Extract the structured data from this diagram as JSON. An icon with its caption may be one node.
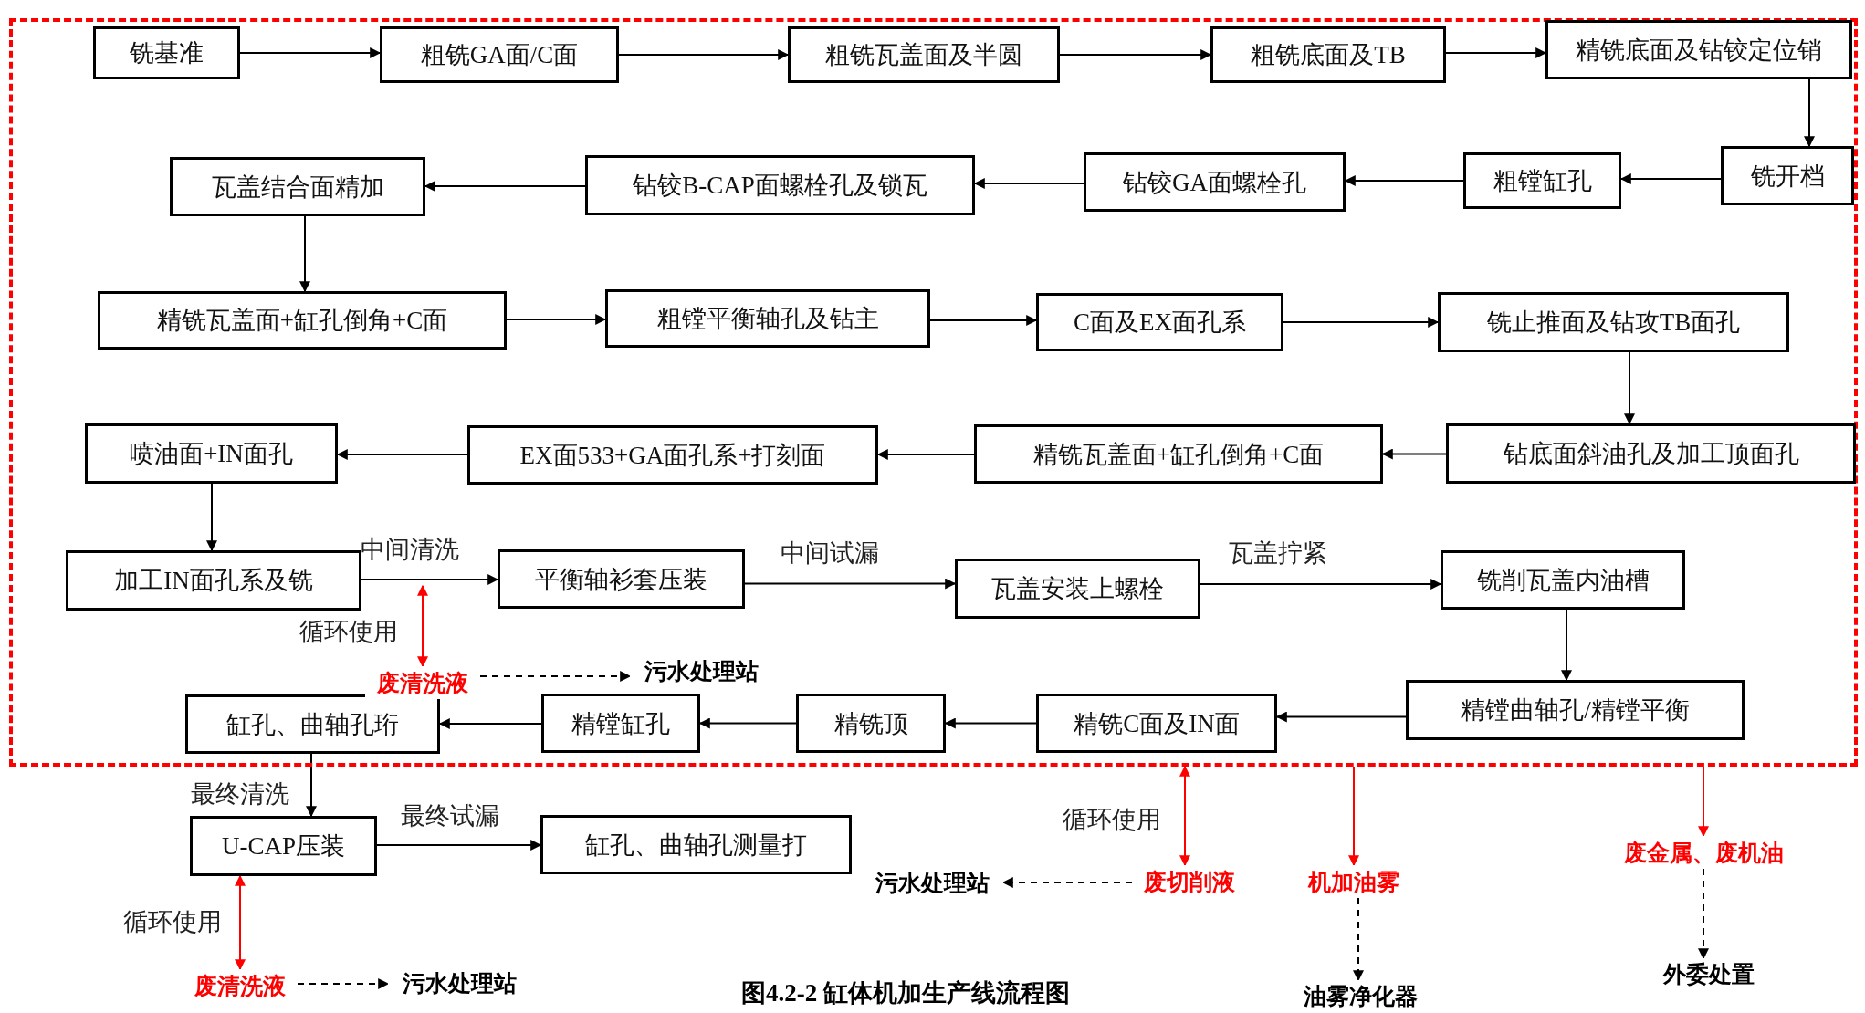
{
  "diagram": {
    "caption": "图4.2-2  缸体机加生产线流程图",
    "nodes": [
      {
        "text": [],
        "shape": "box"
      },
      {
        "text": [
          "铣基准"
        ],
        "in": 0
      },
      {
        "text": [
          "粗铣GA面/C面"
        ],
        "in": 0
      },
      {
        "text": [
          "粗铣瓦盖面及半圆"
        ],
        "in": 0
      },
      {
        "text": [
          "粗铣底面及TB"
        ],
        "in": 0
      },
      {
        "text": [
          "精铣底面及钻铰定位销"
        ],
        "in": 0
      },
      {
        "text": [
          "铣开档"
        ],
        "in": 0
      },
      {
        "text": [
          "粗镗缸孔"
        ],
        "in": 0
      },
      {
        "text": [
          "钻铰GA面螺栓孔"
        ],
        "in": 0
      },
      {
        "text": [
          "钻铰B-CAP面螺栓孔及锁瓦"
        ],
        "in": 0
      },
      {
        "text": [
          "瓦盖结合面精加"
        ],
        "in": 0
      },
      {
        "text": [
          "精铣瓦盖面+缸孔倒角+C面"
        ],
        "in": 0
      },
      {
        "text": [
          "粗镗平衡轴孔及钻主"
        ],
        "in": 0
      },
      {
        "text": [
          "C面及EX面孔系"
        ],
        "in": 0
      },
      {
        "text": [
          "铣止推面及钻攻TB面孔"
        ],
        "in": 0
      },
      {
        "text": [
          "钻底面斜油孔及加工顶面孔"
        ],
        "in": 0
      },
      {
        "text": [
          "精铣瓦盖面+缸孔倒角+C面"
        ],
        "in": 0
      },
      {
        "text": [
          "EX面533+GA面孔系+打刻面"
        ],
        "in": 0
      },
      {
        "text": [
          "喷油面+IN面孔"
        ],
        "in": 0
      },
      {
        "text": [
          "加工IN面孔系及铣"
        ],
        "in": 0
      },
      {
        "text": [
          "平衡轴衫套压装"
        ],
        "in": 0
      },
      {
        "text": [
          "瓦盖安装上螺栓"
        ],
        "in": 0
      },
      {
        "text": [
          "铣削瓦盖内油槽"
        ],
        "in": 0
      },
      {
        "text": [
          "精镗曲轴孔/精镗平衡"
        ],
        "in": 0
      },
      {
        "text": [
          "精铣C面及IN面"
        ],
        "in": 0
      },
      {
        "text": [
          "精铣顶"
        ],
        "in": 0
      },
      {
        "text": [
          "精镗缸孔"
        ],
        "in": 0
      },
      {
        "text": [
          "缸孔、曲轴孔珩"
        ],
        "in": 0
      },
      {
        "text": [
          "U-CAP压装"
        ]
      },
      {
        "text": [
          "缸孔、曲轴孔测量打"
        ]
      },
      {
        "text": [
          "废清洗液"
        ],
        "in": 0
      },
      {
        "text": [
          "污水处理站"
        ],
        "in": 0
      },
      {
        "text": [
          "废清洗液"
        ]
      },
      {
        "text": [
          "污水处理站"
        ]
      },
      {
        "text": [
          "废切削液"
        ]
      },
      {
        "text": [
          "污水处理站"
        ]
      },
      {
        "text": [
          "机加油雾"
        ]
      },
      {
        "text": [
          "油雾净化器"
        ]
      },
      {
        "text": [
          "废金属、废机油"
        ]
      },
      {
        "text": [
          "外委处置"
        ]
      }
    ],
    "edges": [
      {
        "from": 1,
        "to": 2,
        "arrow": "to"
      },
      {
        "from": 2,
        "to": 3,
        "arrow": "to"
      },
      {
        "from": 3,
        "to": 4,
        "arrow": "to"
      },
      {
        "from": 4,
        "to": 5,
        "arrow": "to"
      },
      {
        "from": 5,
        "to": 6,
        "arrow": "to"
      },
      {
        "from": 6,
        "to": 7,
        "arrow": "to"
      },
      {
        "from": 7,
        "to": 8,
        "arrow": "to"
      },
      {
        "from": 8,
        "to": 9,
        "arrow": "to"
      },
      {
        "from": 9,
        "to": 10,
        "arrow": "to"
      },
      {
        "from": 10,
        "to": 11,
        "arrow": "to"
      },
      {
        "from": 11,
        "to": 12,
        "arrow": "to"
      },
      {
        "from": 12,
        "to": 13,
        "arrow": "to"
      },
      {
        "from": 13,
        "to": 14,
        "arrow": "to"
      },
      {
        "from": 14,
        "to": 15,
        "arrow": "to"
      },
      {
        "from": 15,
        "to": 16,
        "arrow": "to"
      },
      {
        "from": 16,
        "to": 17,
        "arrow": "to"
      },
      {
        "from": 17,
        "to": 18,
        "arrow": "to"
      },
      {
        "from": 18,
        "to": 19,
        "arrow": "to"
      },
      {
        "from": 19,
        "to": 20,
        "arrow": "to",
        "label": "中间清洗"
      },
      {
        "from": 20,
        "to": 21,
        "arrow": "to",
        "label": "中间试漏"
      },
      {
        "from": 21,
        "to": 22,
        "arrow": "to",
        "label": "瓦盖拧紧"
      },
      {
        "from": 22,
        "to": 23,
        "arrow": "to"
      },
      {
        "from": 23,
        "to": 24,
        "arrow": "to"
      },
      {
        "from": 24,
        "to": 25,
        "arrow": "to"
      },
      {
        "from": 25,
        "to": 26,
        "arrow": "to"
      },
      {
        "from": 26,
        "to": 27,
        "arrow": "to"
      },
      {
        "from": 27,
        "to": 28,
        "arrow": "to",
        "label": "最终清洗"
      },
      {
        "from": 28,
        "to": 29,
        "arrow": "to",
        "label": "最终试漏"
      },
      {
        "from": null,
        "to": 30,
        "arrow": "both",
        "label": "循环使用",
        "color": "#ff0000"
      },
      {
        "from": 30,
        "to": 31,
        "arrow": "to",
        "style": "dashed"
      },
      {
        "from": 28,
        "to": 32,
        "arrow": "both",
        "label": "循环使用",
        "color": "#ff0000"
      },
      {
        "from": 32,
        "to": 33,
        "arrow": "to",
        "style": "dashed"
      },
      {
        "from": 0,
        "to": 34,
        "arrow": "both",
        "label": "循环使用",
        "color": "#ff0000"
      },
      {
        "from": 34,
        "to": 35,
        "arrow": "to",
        "style": "dashed"
      },
      {
        "from": 0,
        "to": 36,
        "arrow": "to",
        "color": "#ff0000"
      },
      {
        "from": 36,
        "to": 37,
        "arrow": "to",
        "style": "dashed"
      },
      {
        "from": 0,
        "to": 38,
        "arrow": "to",
        "color": "#ff0000"
      },
      {
        "from": 38,
        "to": 39,
        "arrow": "to",
        "style": "dashed"
      }
    ]
  }
}
